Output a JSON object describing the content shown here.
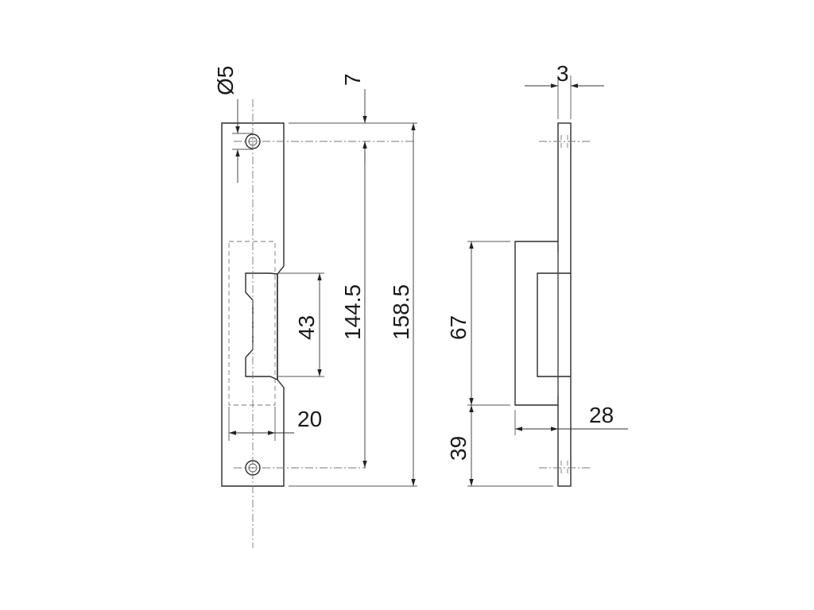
{
  "drawing": {
    "front_view": {
      "hole_diameter": "Ø5",
      "hole_offset_top": "7",
      "hole_spacing": "144.5",
      "overall_length": "158.5",
      "opening_height": "43",
      "width": "20"
    },
    "side_view": {
      "plate_thickness": "3",
      "housing_height": "67",
      "bottom_offset": "39",
      "depth": "28"
    }
  }
}
